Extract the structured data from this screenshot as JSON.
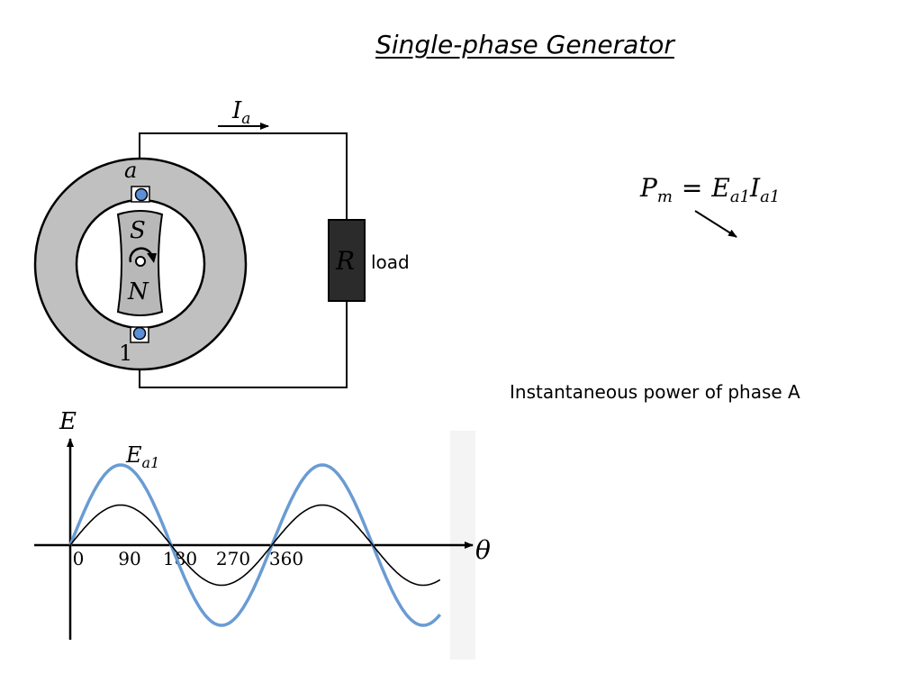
{
  "title": "Single-phase Generator",
  "caption": "Instantaneous power of phase A",
  "circuit": {
    "current_symbol": "I",
    "current_subscript": "a",
    "terminal_top": "a",
    "terminal_bottom": "1",
    "pole_south": "S",
    "pole_north": "N",
    "resistor_symbol": "R",
    "resistor_label": "load"
  },
  "equation": {
    "lhs": "P",
    "lhs_sub": "m",
    "eq": "=",
    "t1": "E",
    "t1_sub": "a1",
    "t2": "I",
    "t2_sub": "a1"
  },
  "graph": {
    "y_axis_label": "E",
    "x_axis_label": "θ",
    "series_label": "E",
    "series_label_sub": "a1",
    "ticks": [
      "0",
      "90",
      "180",
      "270",
      "360"
    ]
  },
  "colors": {
    "stator": "#c0c0c0",
    "terminal": "#5b8fd8",
    "resistor": "#2b2b2b",
    "emf_curve": "#6a9bd3",
    "current_curve": "#000000"
  },
  "chart_data": {
    "type": "line",
    "x": [
      0,
      45,
      90,
      135,
      180,
      225,
      270,
      315,
      360,
      405,
      450,
      495,
      540,
      585,
      630,
      660
    ],
    "series": [
      {
        "name": "E_a1",
        "values": [
          0,
          0.71,
          1,
          0.71,
          0,
          -0.71,
          -1,
          -0.71,
          0,
          0.71,
          1,
          0.71,
          0,
          -0.71,
          -1,
          -0.87
        ]
      },
      {
        "values": [
          0,
          0.35,
          0.5,
          0.35,
          0,
          -0.35,
          -0.5,
          -0.35,
          0,
          0.35,
          0.5,
          0.35,
          0,
          -0.35,
          -0.5,
          -0.43
        ]
      }
    ],
    "xlabel": "θ",
    "ylabel": "E",
    "x_ticks": [
      0,
      90,
      180,
      270,
      360
    ],
    "grid": false
  }
}
